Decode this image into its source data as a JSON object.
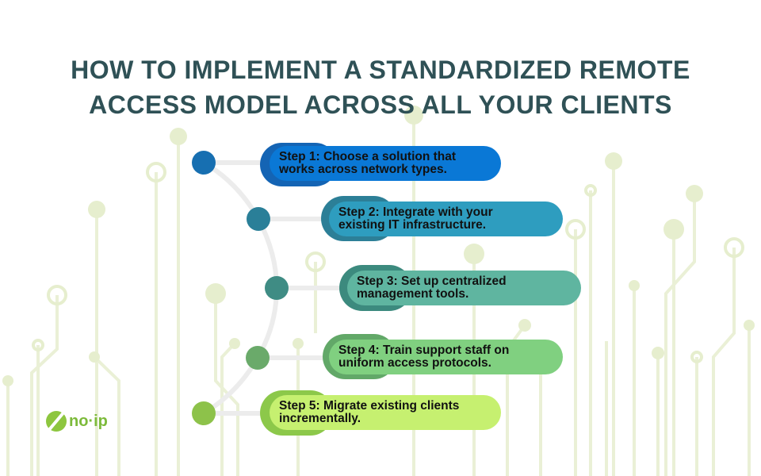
{
  "title": {
    "line1": "HOW TO IMPLEMENT A STANDARDIZED REMOTE",
    "line2": "ACCESS MODEL ACROSS ALL YOUR CLIENTS"
  },
  "steps": [
    {
      "line1": "Step 1: Choose a solution that",
      "line2": "works across network types.",
      "dot": "#176fb1",
      "dark": "#1464b4",
      "light": "#0a78d6"
    },
    {
      "line1": "Step 2: Integrate with your",
      "line2": "existing IT infrastructure.",
      "dot": "#2a7f98",
      "dark": "#2c7f97",
      "light": "#2e9dbf"
    },
    {
      "line1": "Step 3: Set up centralized",
      "line2": "management tools.",
      "dot": "#3f8c84",
      "dark": "#3c8a7e",
      "light": "#5fb5a0"
    },
    {
      "line1": "Step 4: Train support staff on",
      "line2": "uniform access protocols.",
      "dot": "#6aaa6a",
      "dark": "#62a868",
      "light": "#80d080"
    },
    {
      "line1": "Step 5: Migrate existing clients",
      "line2": "incrementally.",
      "dot": "#8dc24a",
      "dark": "#8cc84a",
      "light": "#c6f070"
    }
  ],
  "logo": {
    "text": "no·ip"
  }
}
